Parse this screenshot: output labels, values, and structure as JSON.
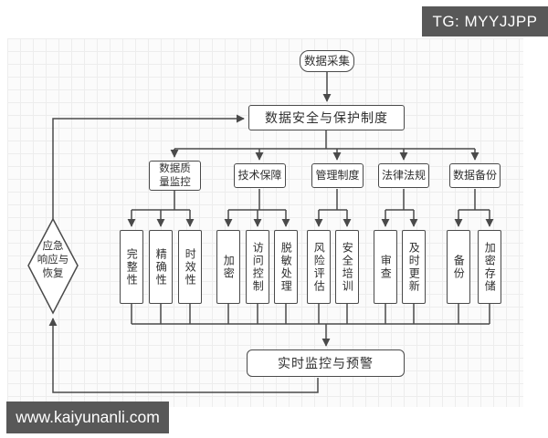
{
  "watermarks": {
    "tg_banner": "TG: MYYJJPP",
    "site_banner": "www.kaiyunanli.com"
  },
  "colors": {
    "banner_bg": "#585858",
    "banner_text": "#ffffff",
    "node_border": "#4a4a4a",
    "node_text": "#2f2f2f",
    "connector": "#4a4a4a",
    "canvas_bg": "#fbfbfb",
    "grid_line": "#ededed"
  },
  "diagram": {
    "nodes": {
      "collection": {
        "label": "数据采集"
      },
      "security_system": {
        "label": "数据安全与保护制度"
      },
      "data_quality": {
        "lines": [
          "数据质",
          "量监控"
        ]
      },
      "tech_support": {
        "label": "技术保障"
      },
      "management": {
        "label": "管理制度"
      },
      "laws": {
        "label": "法律法规"
      },
      "data_backup": {
        "label": "数据备份"
      },
      "integrity": {
        "label": "完整性"
      },
      "accuracy": {
        "label": "精确性"
      },
      "timeliness": {
        "label": "时效性"
      },
      "encryption": {
        "label": "加密"
      },
      "access_control": {
        "label": "访问控制"
      },
      "desensitization": {
        "label": "脱敏处理"
      },
      "risk_assessment": {
        "label": "风险评估"
      },
      "security_training": {
        "label": "安全培训"
      },
      "review": {
        "label": "审查"
      },
      "timely_update": {
        "label": "及时更新"
      },
      "backup": {
        "label": "备份"
      },
      "encrypted_storage": {
        "label": "加密存储"
      },
      "realtime_monitor": {
        "label": "实时监控与预警"
      },
      "emergency": {
        "lines": [
          "应急",
          "响应与",
          "恢复"
        ]
      }
    }
  }
}
